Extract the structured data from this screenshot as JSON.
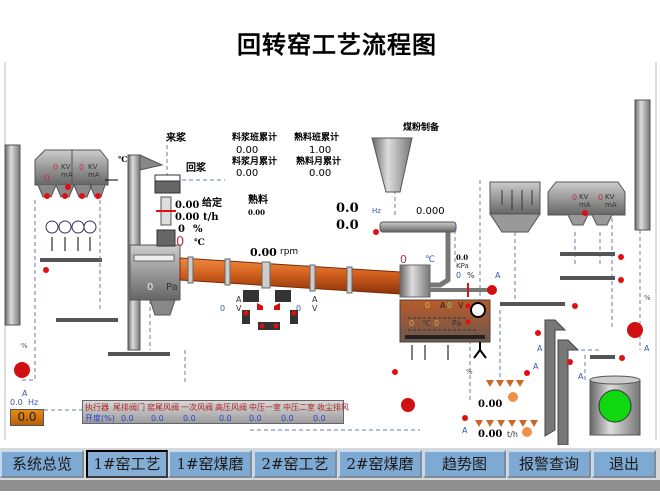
{
  "title": "回转窑工艺流程图",
  "feed": {
    "incoming": "来浆",
    "return": "回浆",
    "feed_value": "0.00",
    "setpoint_label": "给定",
    "flow_value": "0.00",
    "flow_unit": "t/h",
    "percent_value": "0",
    "percent_unit": "%",
    "temp_value": "0",
    "temp_unit": "℃"
  },
  "totals": {
    "slurry_shift_label": "料浆班累计",
    "slurry_shift": "0.00",
    "clinker_shift_label": "熟料班累计",
    "clinker_shift": "1.00",
    "slurry_month_label": "料浆月累计",
    "slurry_month": "0.00",
    "clinker_month_label": "熟料月累计",
    "clinker_month": "0.00"
  },
  "clinker": {
    "label": "熟料",
    "value": "0.00"
  },
  "kiln": {
    "speed": "0.00",
    "speed_unit": "rpm",
    "left_motor": {
      "value": "0",
      "a": "A",
      "v": "V"
    },
    "right_motor": {
      "value": "0",
      "a": "A",
      "v": "V"
    }
  },
  "coal": {
    "label": "煤粉制备",
    "hz_label": "Hz",
    "feeder_value": "0.000",
    "value1": "0.0",
    "value2": "0.0"
  },
  "kiln_head": {
    "temp_value": "0",
    "temp_unit": "℃",
    "pressure_value": "0.0",
    "pressure_unit": "KPa",
    "valve_value": "0",
    "valve_unit": "%",
    "fan_unit": "A"
  },
  "cooler": {
    "a_value": "0",
    "a_unit": "A",
    "v_value": "0",
    "v_unit": "V",
    "temp_value": "0",
    "temp_unit": "℃",
    "p_value": "0",
    "p_unit": "Pa"
  },
  "preheater": {
    "temp_unit": "℃",
    "pressure_value": "0",
    "pressure_unit": "Pa"
  },
  "esp_left": {
    "f1_value": "0",
    "f1_kv": "KV",
    "f1_ma": "mA",
    "f2_value": "0",
    "f2_kv": "KV",
    "f2_ma": "mA",
    "side_value": "0"
  },
  "esp_right": {
    "f1_value": "0",
    "f1_kv": "KV",
    "f1_ma": "mA",
    "f2_value": "0",
    "f2_kv": "KV",
    "f2_ma": "mA"
  },
  "left_fan": {
    "a_unit": "A",
    "value": "0.0",
    "hz": "Hz",
    "display": "0.0",
    "valve_unit": "%"
  },
  "outputs": {
    "value1": "0.00",
    "value2": "0.00",
    "unit": "t/h"
  },
  "misc_units": {
    "a": "A",
    "pct": "%"
  },
  "executors": {
    "header": "执行器",
    "row_label": "开度(%)",
    "items": [
      {
        "name": "尾排阀门",
        "value": "0.0"
      },
      {
        "name": "窑尾风阀",
        "value": "0.0"
      },
      {
        "name": "一次风阀",
        "value": "0.0"
      },
      {
        "name": "高压风阀",
        "value": "0.0"
      },
      {
        "name": "中压一室",
        "value": "0.0"
      },
      {
        "name": "中压二室",
        "value": "0.0"
      },
      {
        "name": "收尘排风",
        "value": "0.0"
      }
    ]
  },
  "nav": [
    {
      "label": "系统总览"
    },
    {
      "label": "1#窑工艺",
      "active": true
    },
    {
      "label": "1#窑煤磨"
    },
    {
      "label": "2#窑工艺"
    },
    {
      "label": "2#窑煤磨"
    },
    {
      "label": "趋势图"
    },
    {
      "label": "报警查询"
    },
    {
      "label": "退出"
    }
  ],
  "colors": {
    "kiln": "#d2601e",
    "nav_button": "#7ea9d3",
    "alarm_red": "#e01010",
    "silo_ok": "#10d810",
    "display_orange": "#e88a12"
  }
}
